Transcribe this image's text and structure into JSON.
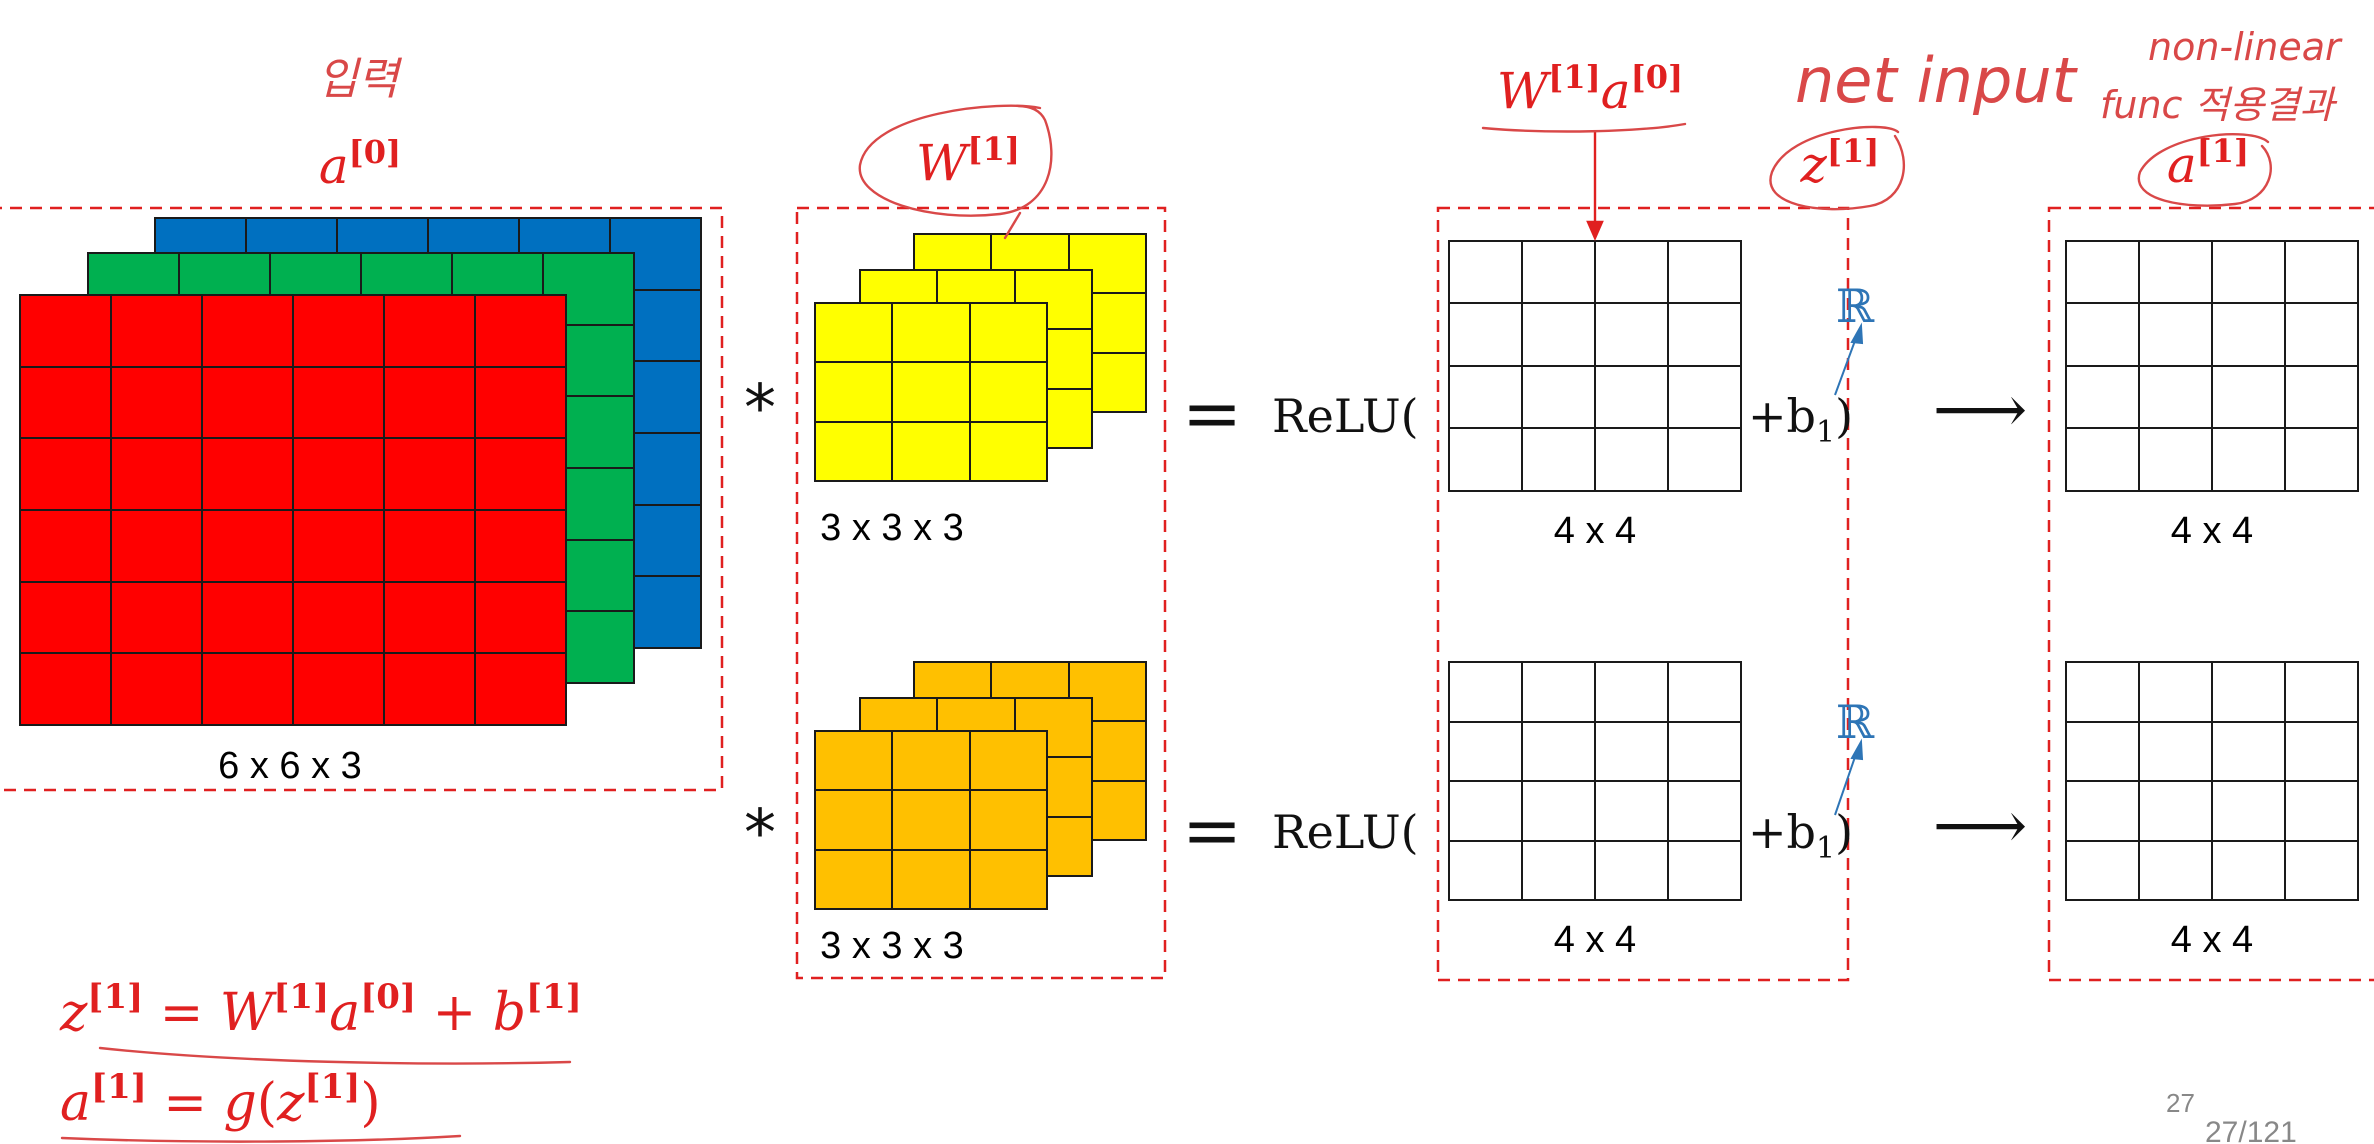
{
  "annotations": {
    "input_korean": "입력",
    "net_input": "net input",
    "nonlinear_line1": "non-linear",
    "nonlinear_line2": "func 적용결과"
  },
  "labels": {
    "a0": "a[0]",
    "w1": "W[1]",
    "w1a0": "W[1]a[0]",
    "z1": "z[1]",
    "a1": "a[1]",
    "conv_op": "*",
    "equals": "=",
    "relu_open": "ReLU(",
    "plus_b": "+b",
    "b_sub": "1",
    "close_paren": ")",
    "arrow": "⟶",
    "reals": "ℝ"
  },
  "dims": {
    "input": "6 x 6 x 3",
    "filter_top": "3 x 3 x 3",
    "filter_bottom": "3 x 3 x 3",
    "z_top": "4 x 4",
    "z_bottom": "4 x 4",
    "a_top": "4 x 4",
    "a_bottom": "4 x 4"
  },
  "equations": {
    "eq1": "z[1] = W[1]a[0] + b[1]",
    "eq2": "a[1] = g(z[1])"
  },
  "page": {
    "current": "27",
    "of": "27/121"
  },
  "colors": {
    "input_red": "#ff0000",
    "input_green": "#00b050",
    "input_blue": "#0070c0",
    "filter_yellow": "#ffff00",
    "filter_orange": "#ffc000",
    "annotation_red": "#e02020",
    "reals_blue": "#2e75b6"
  }
}
